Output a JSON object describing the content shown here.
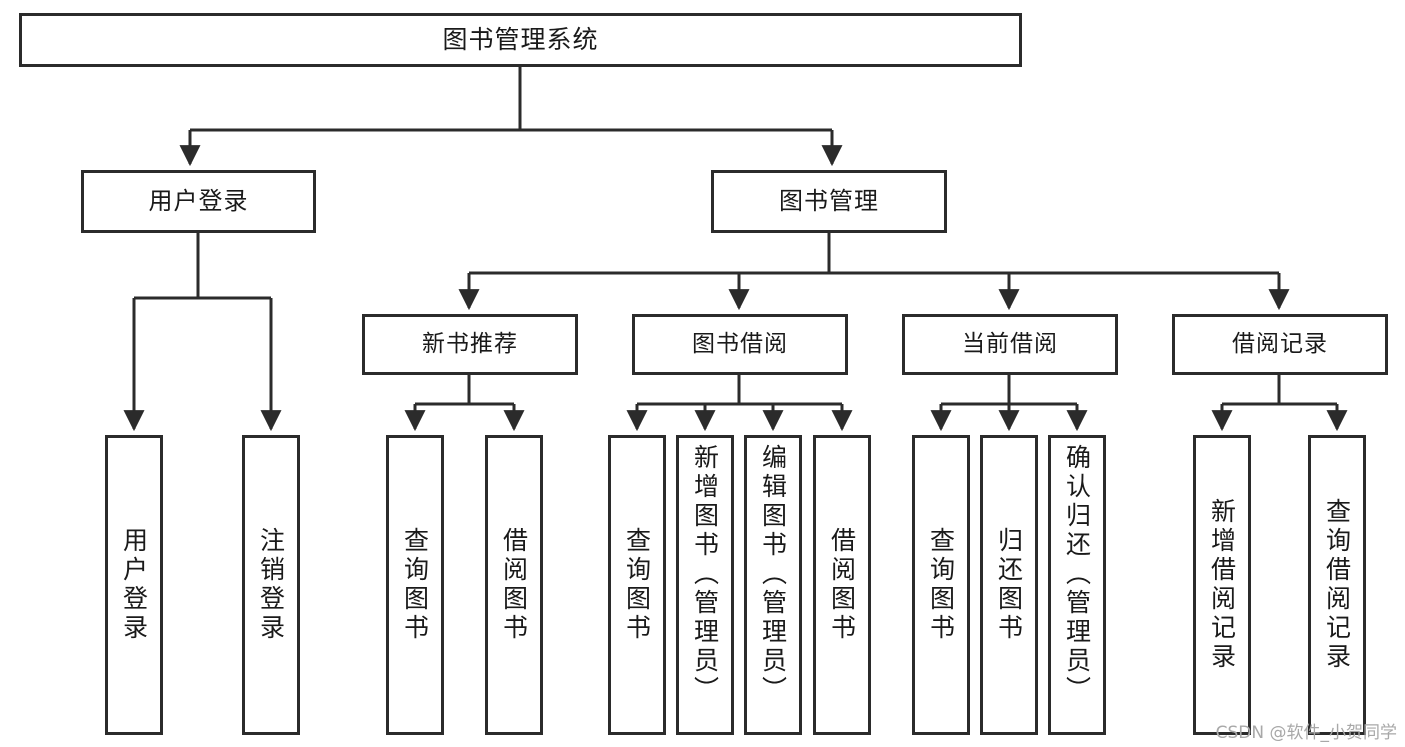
{
  "diagram": {
    "title": "图书管理系统",
    "type": "tree-hierarchy-diagram",
    "colors": {
      "box_border": "#2b2b2b",
      "box_fill": "#ffffff",
      "connector": "#2b2b2b",
      "background": "#ffffff",
      "watermark": "#a8a8a8"
    },
    "root": {
      "label": "图书管理系统"
    },
    "level2": [
      {
        "label": "用户登录"
      },
      {
        "label": "图书管理"
      }
    ],
    "level3": [
      {
        "label": "新书推荐"
      },
      {
        "label": "图书借阅"
      },
      {
        "label": "当前借阅"
      },
      {
        "label": "借阅记录"
      }
    ],
    "leaves": [
      {
        "label": "用户登录",
        "parent": "用户登录"
      },
      {
        "label": "注销登录",
        "parent": "用户登录"
      },
      {
        "label": "查询图书",
        "parent": "新书推荐"
      },
      {
        "label": "借阅图书",
        "parent": "新书推荐"
      },
      {
        "label": "查询图书",
        "parent": "图书借阅"
      },
      {
        "label": "新增图书（管理员）",
        "parent": "图书借阅"
      },
      {
        "label": "编辑图书（管理员）",
        "parent": "图书借阅"
      },
      {
        "label": "借阅图书",
        "parent": "图书借阅"
      },
      {
        "label": "查询图书",
        "parent": "当前借阅"
      },
      {
        "label": "归还图书",
        "parent": "当前借阅"
      },
      {
        "label": "确认归还（管理员）",
        "parent": "当前借阅"
      },
      {
        "label": "新增借阅记录",
        "parent": "借阅记录"
      },
      {
        "label": "查询借阅记录",
        "parent": "借阅记录"
      }
    ]
  },
  "watermark": {
    "text": "CSDN @软件_小贺同学"
  }
}
